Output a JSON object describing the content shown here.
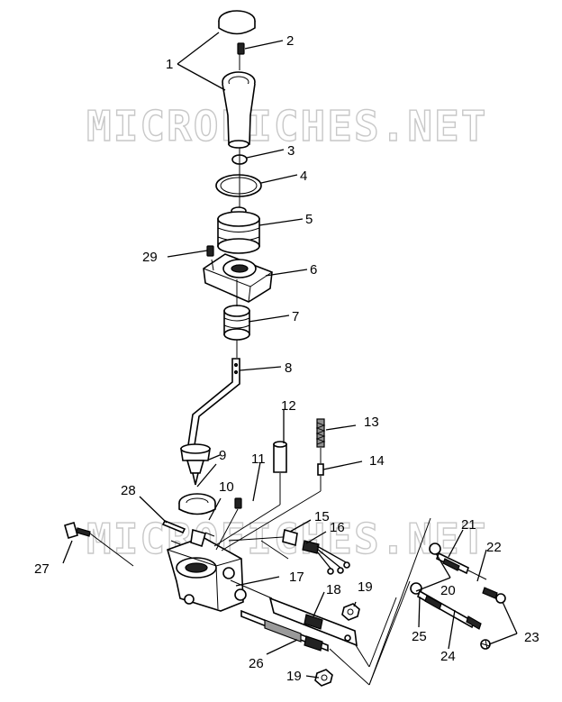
{
  "watermark": "MICROFICHES.NET",
  "callouts": [
    {
      "id": "1",
      "text": "1"
    },
    {
      "id": "2",
      "text": "2"
    },
    {
      "id": "3",
      "text": "3"
    },
    {
      "id": "4",
      "text": "4"
    },
    {
      "id": "5",
      "text": "5"
    },
    {
      "id": "6",
      "text": "6"
    },
    {
      "id": "7",
      "text": "7"
    },
    {
      "id": "8",
      "text": "8"
    },
    {
      "id": "9",
      "text": "9"
    },
    {
      "id": "10",
      "text": "10"
    },
    {
      "id": "11",
      "text": "11"
    },
    {
      "id": "12",
      "text": "12"
    },
    {
      "id": "13",
      "text": "13"
    },
    {
      "id": "14",
      "text": "14"
    },
    {
      "id": "15",
      "text": "15"
    },
    {
      "id": "16",
      "text": "16"
    },
    {
      "id": "17",
      "text": "17"
    },
    {
      "id": "18",
      "text": "18"
    },
    {
      "id": "19a",
      "text": "19"
    },
    {
      "id": "19b",
      "text": "19"
    },
    {
      "id": "20",
      "text": "20"
    },
    {
      "id": "21",
      "text": "21"
    },
    {
      "id": "22",
      "text": "22"
    },
    {
      "id": "23",
      "text": "23"
    },
    {
      "id": "24",
      "text": "24"
    },
    {
      "id": "25",
      "text": "25"
    },
    {
      "id": "26",
      "text": "26"
    },
    {
      "id": "27",
      "text": "27"
    },
    {
      "id": "28",
      "text": "28"
    },
    {
      "id": "29",
      "text": "29"
    }
  ]
}
